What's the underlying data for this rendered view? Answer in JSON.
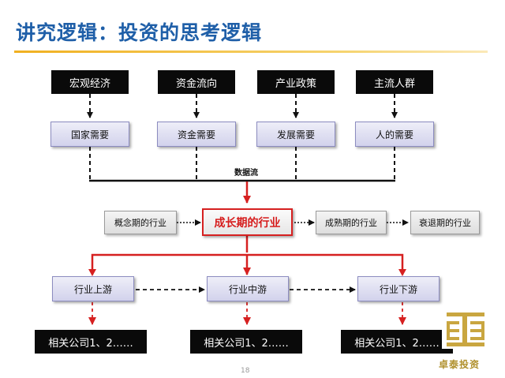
{
  "title": "讲究逻辑：投资的思考逻辑",
  "drivers": [
    "宏观经济",
    "资金流向",
    "产业政策",
    "主流人群"
  ],
  "needs": [
    "国家需要",
    "资金需要",
    "发展需要",
    "人的需要"
  ],
  "flow_label": "数据流",
  "stages": {
    "concept": "概念期的行业",
    "growth": "成长期的行业",
    "mature": "成熟期的行业",
    "decline": "衰退期的行业"
  },
  "chain": [
    "行业上游",
    "行业中游",
    "行业下游"
  ],
  "companies": [
    "相关公司1、2……",
    "相关公司1、2……",
    "相关公司1、2……"
  ],
  "logo_text": "卓泰投资",
  "page_number": "18",
  "colors": {
    "title": "#1f5fa8",
    "accent_red": "#d62020",
    "rule": "#f0b020",
    "logo_gold": "#b0902c"
  }
}
